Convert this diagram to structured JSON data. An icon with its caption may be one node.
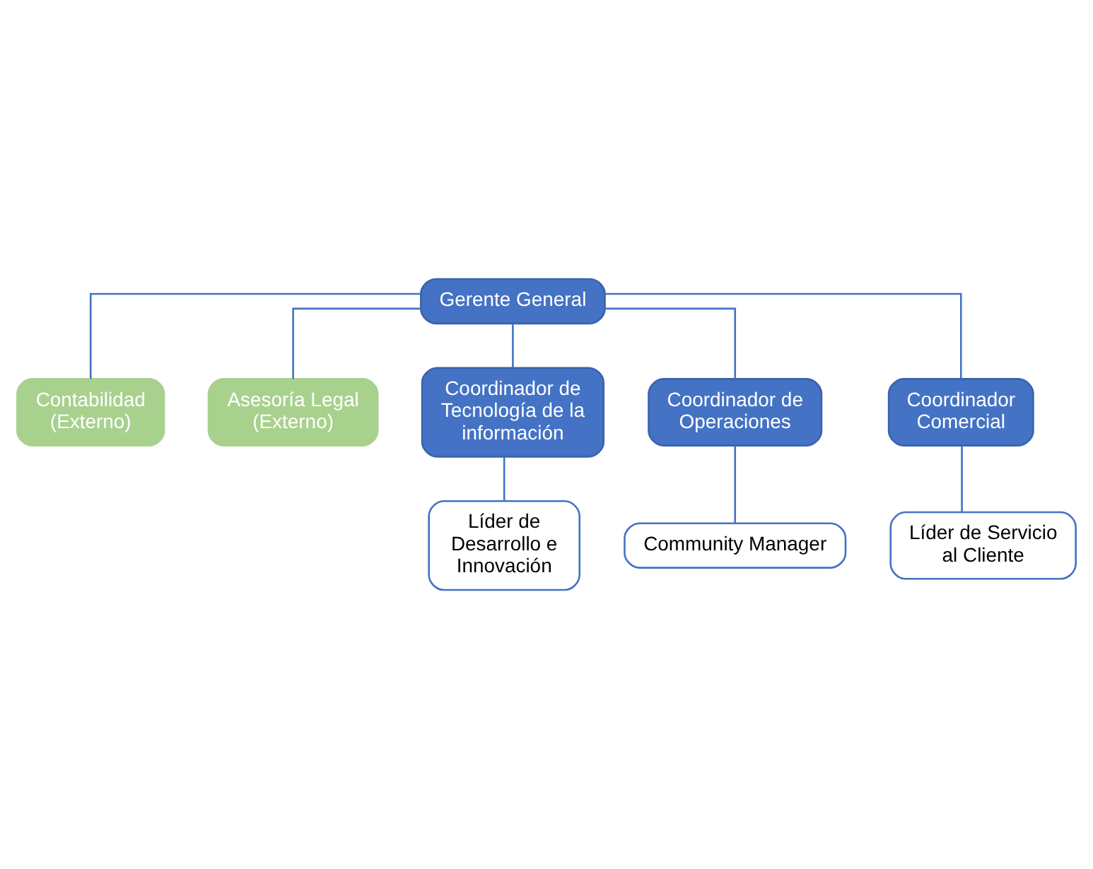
{
  "diagram": {
    "nodes": [
      {
        "text": [
          "Gerente General"
        ]
      },
      {
        "text": [
          "Contabilidad (Externo)"
        ]
      },
      {
        "text": [
          "Asesoría Legal (Externo)"
        ]
      },
      {
        "text": [
          "Coordinador de Tecnología de la información"
        ]
      },
      {
        "text": [
          "Coordinador de Operaciones"
        ]
      },
      {
        "text": [
          "Coordinador Comercial"
        ]
      },
      {
        "text": [
          "Líder de Desarrollo e Innovación"
        ]
      },
      {
        "text": [
          "Community Manager"
        ]
      },
      {
        "text": [
          "Líder de Servicio al Cliente"
        ]
      }
    ],
    "edges": [
      {
        "from": 0,
        "to": 1,
        "arrow": "none"
      },
      {
        "from": 0,
        "to": 2,
        "arrow": "none"
      },
      {
        "from": 0,
        "to": 3,
        "arrow": "none"
      },
      {
        "from": 0,
        "to": 4,
        "arrow": "none"
      },
      {
        "from": 0,
        "to": 5,
        "arrow": "none"
      },
      {
        "from": 3,
        "to": 6,
        "arrow": "none"
      },
      {
        "from": 4,
        "to": 7,
        "arrow": "none"
      },
      {
        "from": 5,
        "to": 8,
        "arrow": "none"
      }
    ]
  }
}
